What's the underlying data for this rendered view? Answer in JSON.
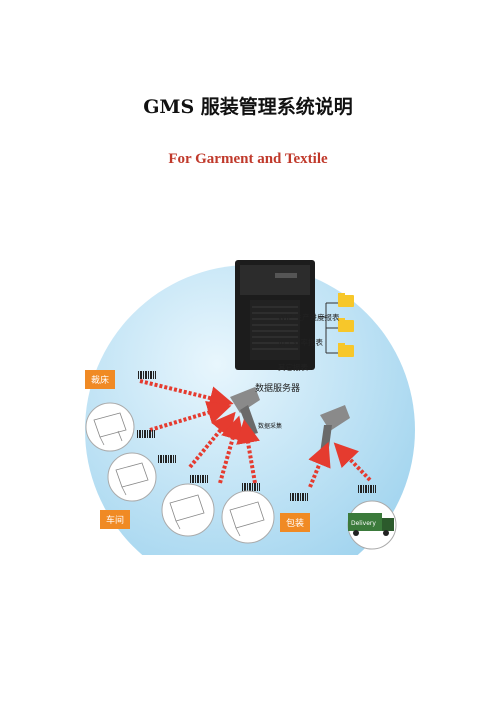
{
  "document": {
    "title": "GMS 服装管理系统说明",
    "subtitle": "For Garment and Textile"
  },
  "diagram": {
    "server_label": "数据服务器",
    "collect_label": "数据采集",
    "reports": [
      "WIP 生产进度报表",
      "员工效率报表",
      "其它报表"
    ],
    "stations": {
      "cutting": "裁床",
      "workshop": "车间",
      "packing": "包装"
    },
    "truck_text": "Delivery"
  },
  "colors": {
    "circle": "#bfe4f5",
    "tag": "#f08a24",
    "arrow": "#e53b2f",
    "folder": "#f7c72a",
    "title_accent": "#c0392b"
  }
}
